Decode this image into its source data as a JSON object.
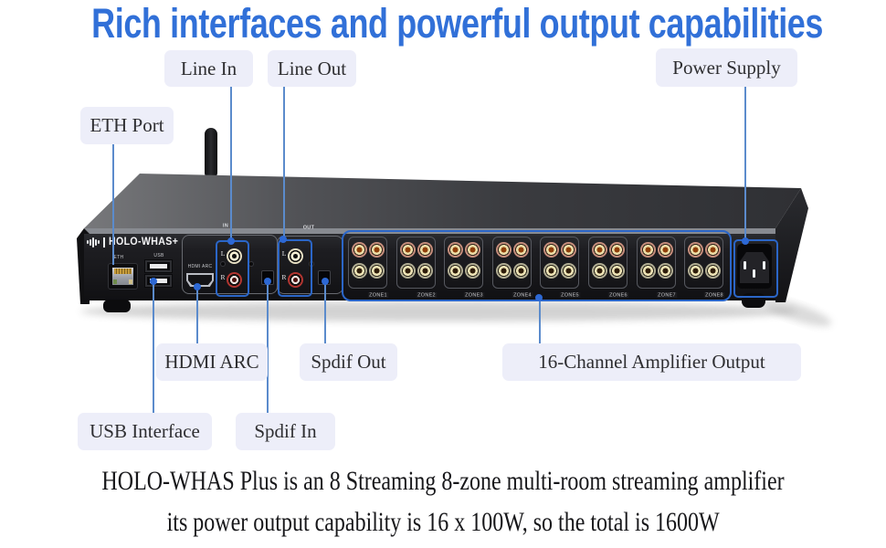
{
  "title": "Rich interfaces and powerful output capabilities",
  "device": {
    "brand": "HOLO-WHAS+",
    "labels": {
      "eth": "ETH",
      "usb": "USB",
      "hdmi": "HDMI ARC",
      "group_in": "IN",
      "group_out": "OUT",
      "left_channel": "L",
      "right_channel": "R"
    },
    "zones": [
      "ZONE1",
      "ZONE2",
      "ZONE3",
      "ZONE4",
      "ZONE5",
      "ZONE6",
      "ZONE7",
      "ZONE8"
    ]
  },
  "callouts": {
    "eth_port": "ETH Port",
    "line_in": "Line In",
    "line_out": "Line Out",
    "power_supply": "Power Supply",
    "hdmi_arc": "HDMI ARC",
    "spdif_out": "Spdif Out",
    "usb_interface": "USB Interface",
    "spdif_in": "Spdif In",
    "amplifier_output": "16-Channel Amplifier Output"
  },
  "footer": {
    "line1": "HOLO-WHAS Plus is an 8 Streaming 8-zone multi-room streaming amplifier",
    "line2": "its power output capability is 16 x 100W, so the total is 1600W"
  },
  "colors": {
    "title_blue": "#3170d8",
    "leader_line": "#5b8bcc",
    "highlight_box": "#2b66c8",
    "pill_bg": "#edeef9",
    "pill_text": "#2e2e31"
  }
}
